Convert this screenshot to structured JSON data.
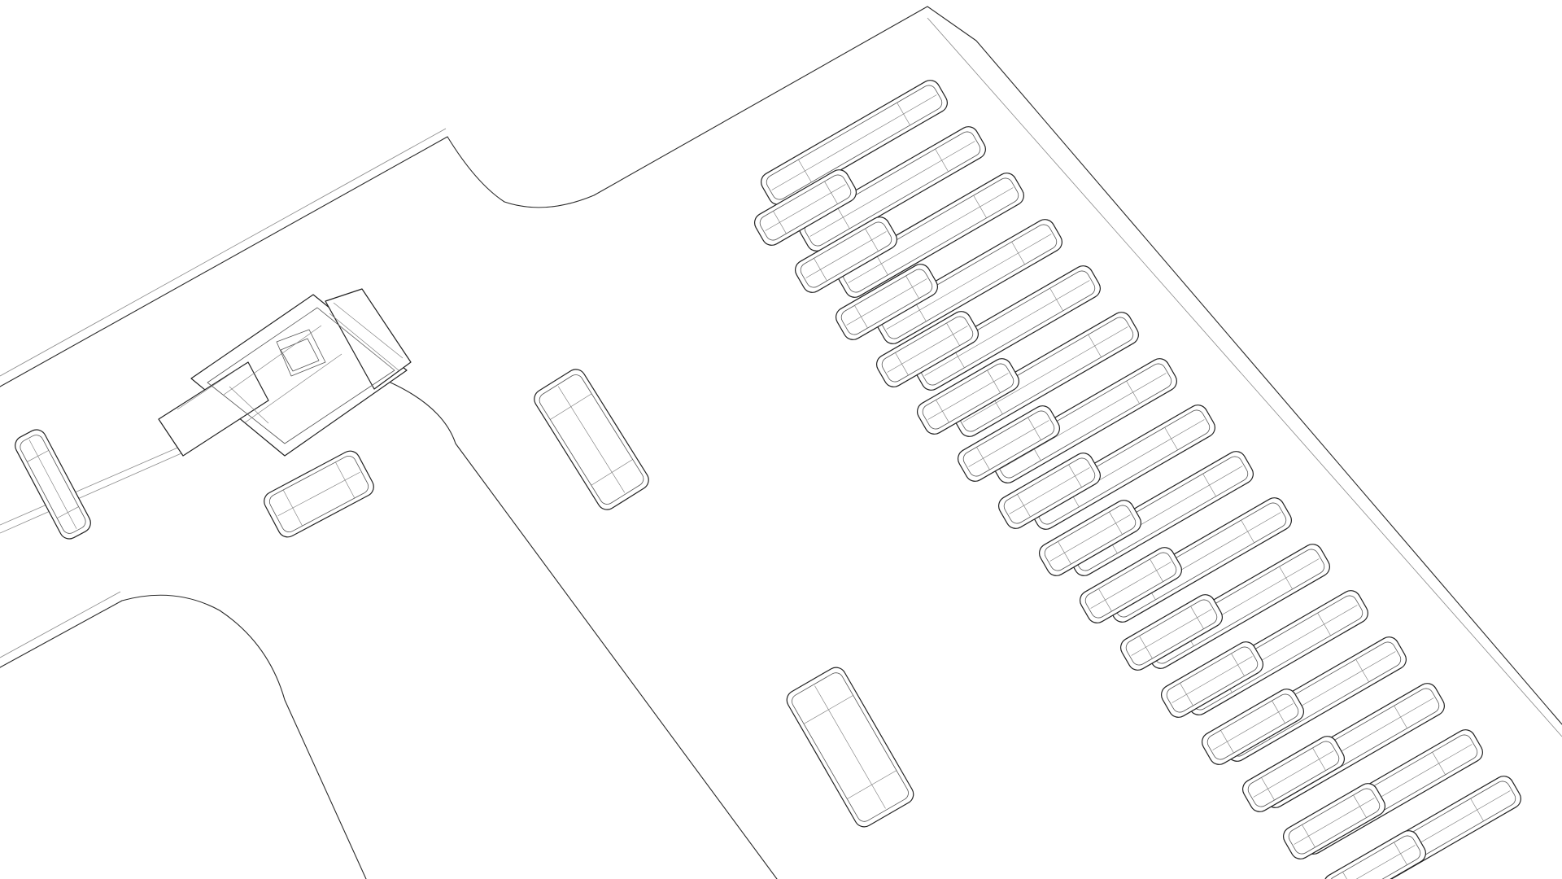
{
  "scene": {
    "style": "wireframe",
    "stroke_color": "#2a2a2a",
    "background_color": "#ffffff",
    "objects": [
      {
        "type": "pedestrian-street-vendor-stall",
        "count": 1
      },
      {
        "type": "parked-car",
        "count": 30
      },
      {
        "type": "roaming-vehicle",
        "count": 4
      }
    ]
  }
}
